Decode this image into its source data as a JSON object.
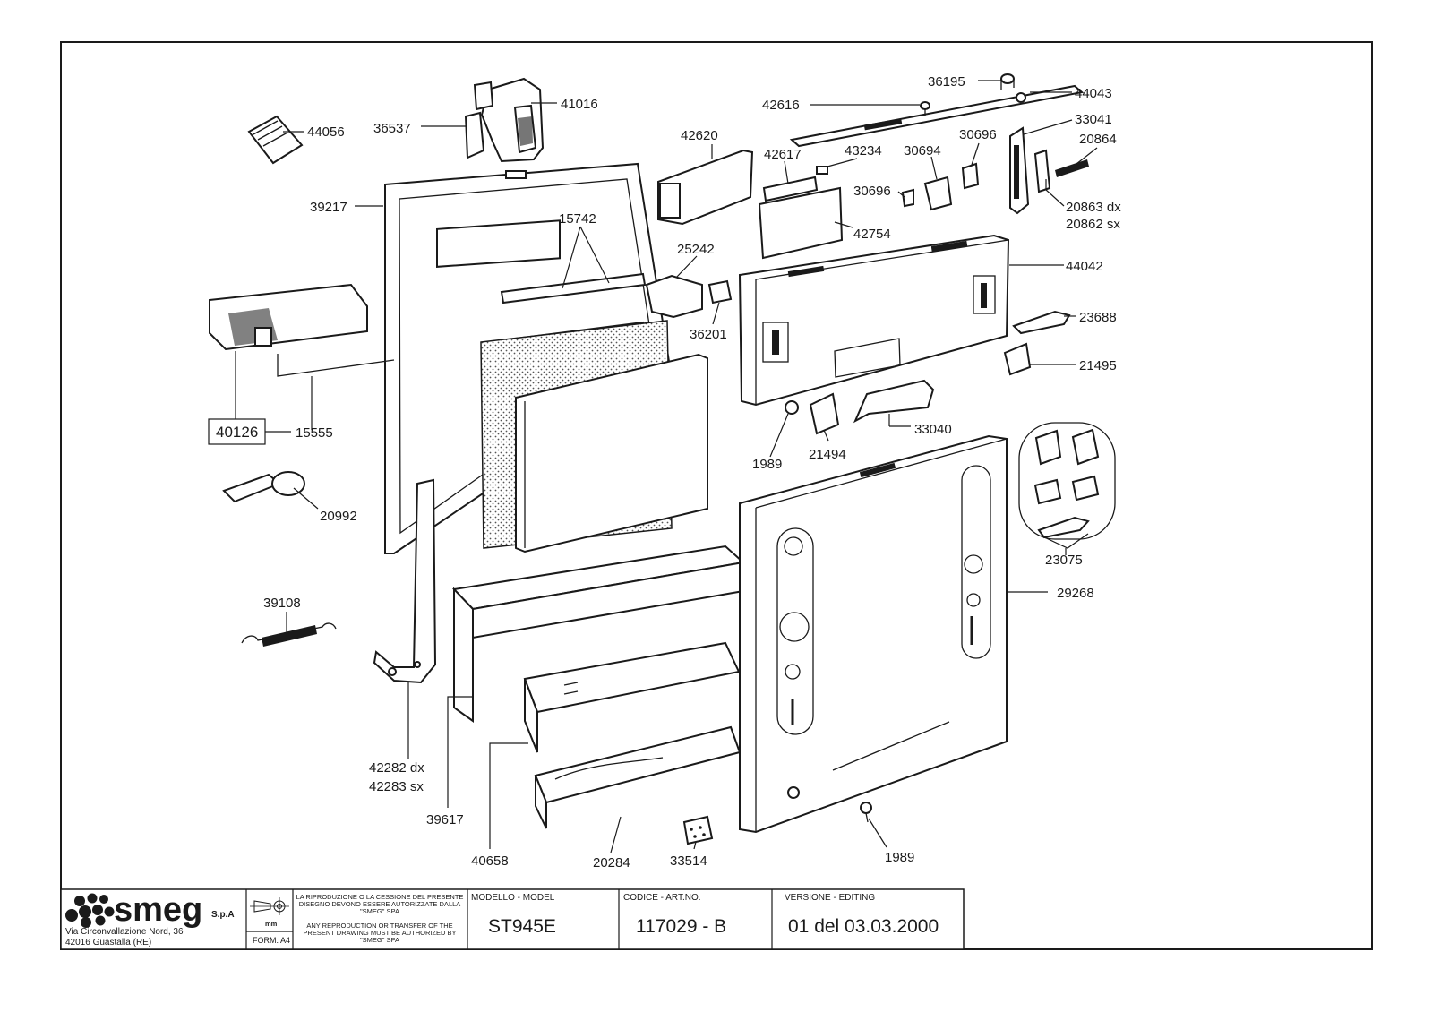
{
  "labels": {
    "l36195": "36195",
    "l44043": "44043",
    "l42616": "42616",
    "l33041": "33041",
    "l41016": "41016",
    "l44056": "44056",
    "l36537": "36537",
    "l42620": "42620",
    "l30696a": "30696",
    "l20864": "20864",
    "l42617": "42617",
    "l43234": "43234",
    "l30694": "30694",
    "l30696b": "30696",
    "l20863": "20863 dx",
    "l20862": "20862 sx",
    "l39217": "39217",
    "l15742": "15742",
    "l42754": "42754",
    "l25242": "25242",
    "l44042": "44042",
    "l23688": "23688",
    "l36201": "36201",
    "l21495": "21495",
    "l40126": "40126",
    "l15555": "15555",
    "l33040": "33040",
    "l1989a": "1989",
    "l21494": "21494",
    "l20992": "20992",
    "l23075": "23075",
    "l29268": "29268",
    "l39108": "39108",
    "l42282": "42282 dx",
    "l42283": "42283 sx",
    "l39617": "39617",
    "l40658": "40658",
    "l20284": "20284",
    "l33514": "33514",
    "l1989b": "1989"
  },
  "title_block": {
    "logo": "smeg",
    "company_suffix": "S.p.A",
    "address_line1": "Via Circonvallazione Nord, 36",
    "address_line2": "42016  Guastalla (RE)",
    "unit": "mm",
    "format": "FORM. A4",
    "notice_it_1": "LA RIPRODUZIONE O LA CESSIONE DEL PRESENTE",
    "notice_it_2": "DISEGNO DEVONO ESSERE AUTORIZZATE DALLA",
    "notice_it_3": "\"SMEG\" SPA",
    "notice_en_1": "ANY REPRODUCTION OR TRANSFER OF THE",
    "notice_en_2": "PRESENT DRAWING MUST BE AUTHORIZED BY",
    "notice_en_3": "\"SMEG\" SPA",
    "model_header": "MODELLO - MODEL",
    "model_value": "ST945E",
    "code_header": "CODICE - ART.NO.",
    "code_value": "117029 - B",
    "version_header": "VERSIONE - EDITING",
    "version_value": "01 del 03.03.2000"
  }
}
